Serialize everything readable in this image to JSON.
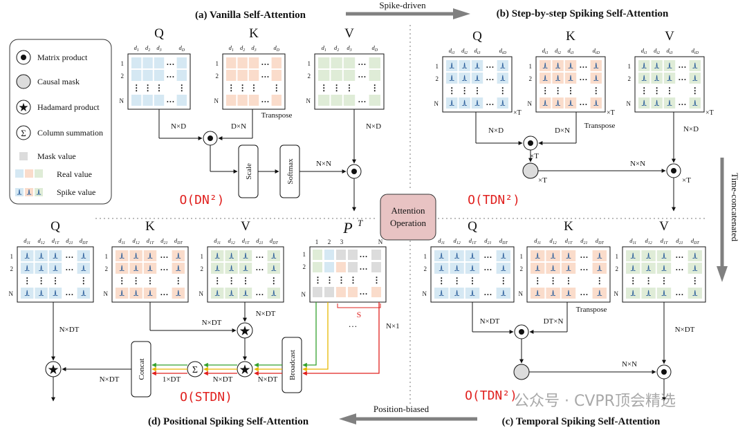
{
  "titles": {
    "a": "(a) Vanilla Self-Attention",
    "b": "(b) Step-by-step Spiking Self-Attention",
    "c": "(c) Temporal Spiking Self-Attention",
    "d": "(d) Positional Spiking Self-Attention"
  },
  "arrows": {
    "spike_driven": "Spike-driven",
    "time_concat": "Time-concatenated",
    "position_biased": "Position-biased"
  },
  "center_box": {
    "line1": "Attention",
    "line2": "Operation"
  },
  "legend": {
    "matrix_product": "Matrix product",
    "causal_mask": "Causal mask",
    "hadamard": "Hadamard product",
    "column_sum": "Column summation",
    "mask_value": "Mask value",
    "real_value": "Real value",
    "spike_value": "Spike value"
  },
  "matrix_labels": {
    "q": "Q",
    "k": "K",
    "v": "V",
    "pt": "P",
    "pt_sup": "T"
  },
  "col_headers": {
    "a": [
      "d1",
      "d2",
      "d3",
      "dD"
    ],
    "b": [
      "dt1",
      "dt2",
      "dt3",
      "dtD"
    ],
    "cd": [
      "d11",
      "d12",
      "d1T",
      "d21",
      "dDT"
    ],
    "pt": [
      "1",
      "2",
      "3",
      "N"
    ]
  },
  "row_headers": [
    "1",
    "2",
    "N"
  ],
  "dims": {
    "nxd": "N×D",
    "dxn": "D×N",
    "nxn": "N×N",
    "nxdt": "N×DT",
    "dtxn": "DT×N",
    "x1dt": "1×DT",
    "nx1": "N×1",
    "xt": "×T",
    "transpose": "Transpose"
  },
  "ops": {
    "scale": "Scale",
    "softmax": "Softmax",
    "concat": "Concat",
    "broadcast": "Broadcast",
    "s": "S",
    "dots": "…"
  },
  "complexity": {
    "a": "O(DN²)",
    "b": "O(TDN²)",
    "c": "O(TDN²)",
    "d": "O(STDN)"
  },
  "watermark": "公众号 · CVPR顶会精选",
  "colors": {
    "blue": "#d5e8f3",
    "orange": "#fadccb",
    "green": "#dfecd7",
    "gray": "#dcdcdc",
    "red": "#e0201e",
    "arrow_gray": "#808080"
  }
}
